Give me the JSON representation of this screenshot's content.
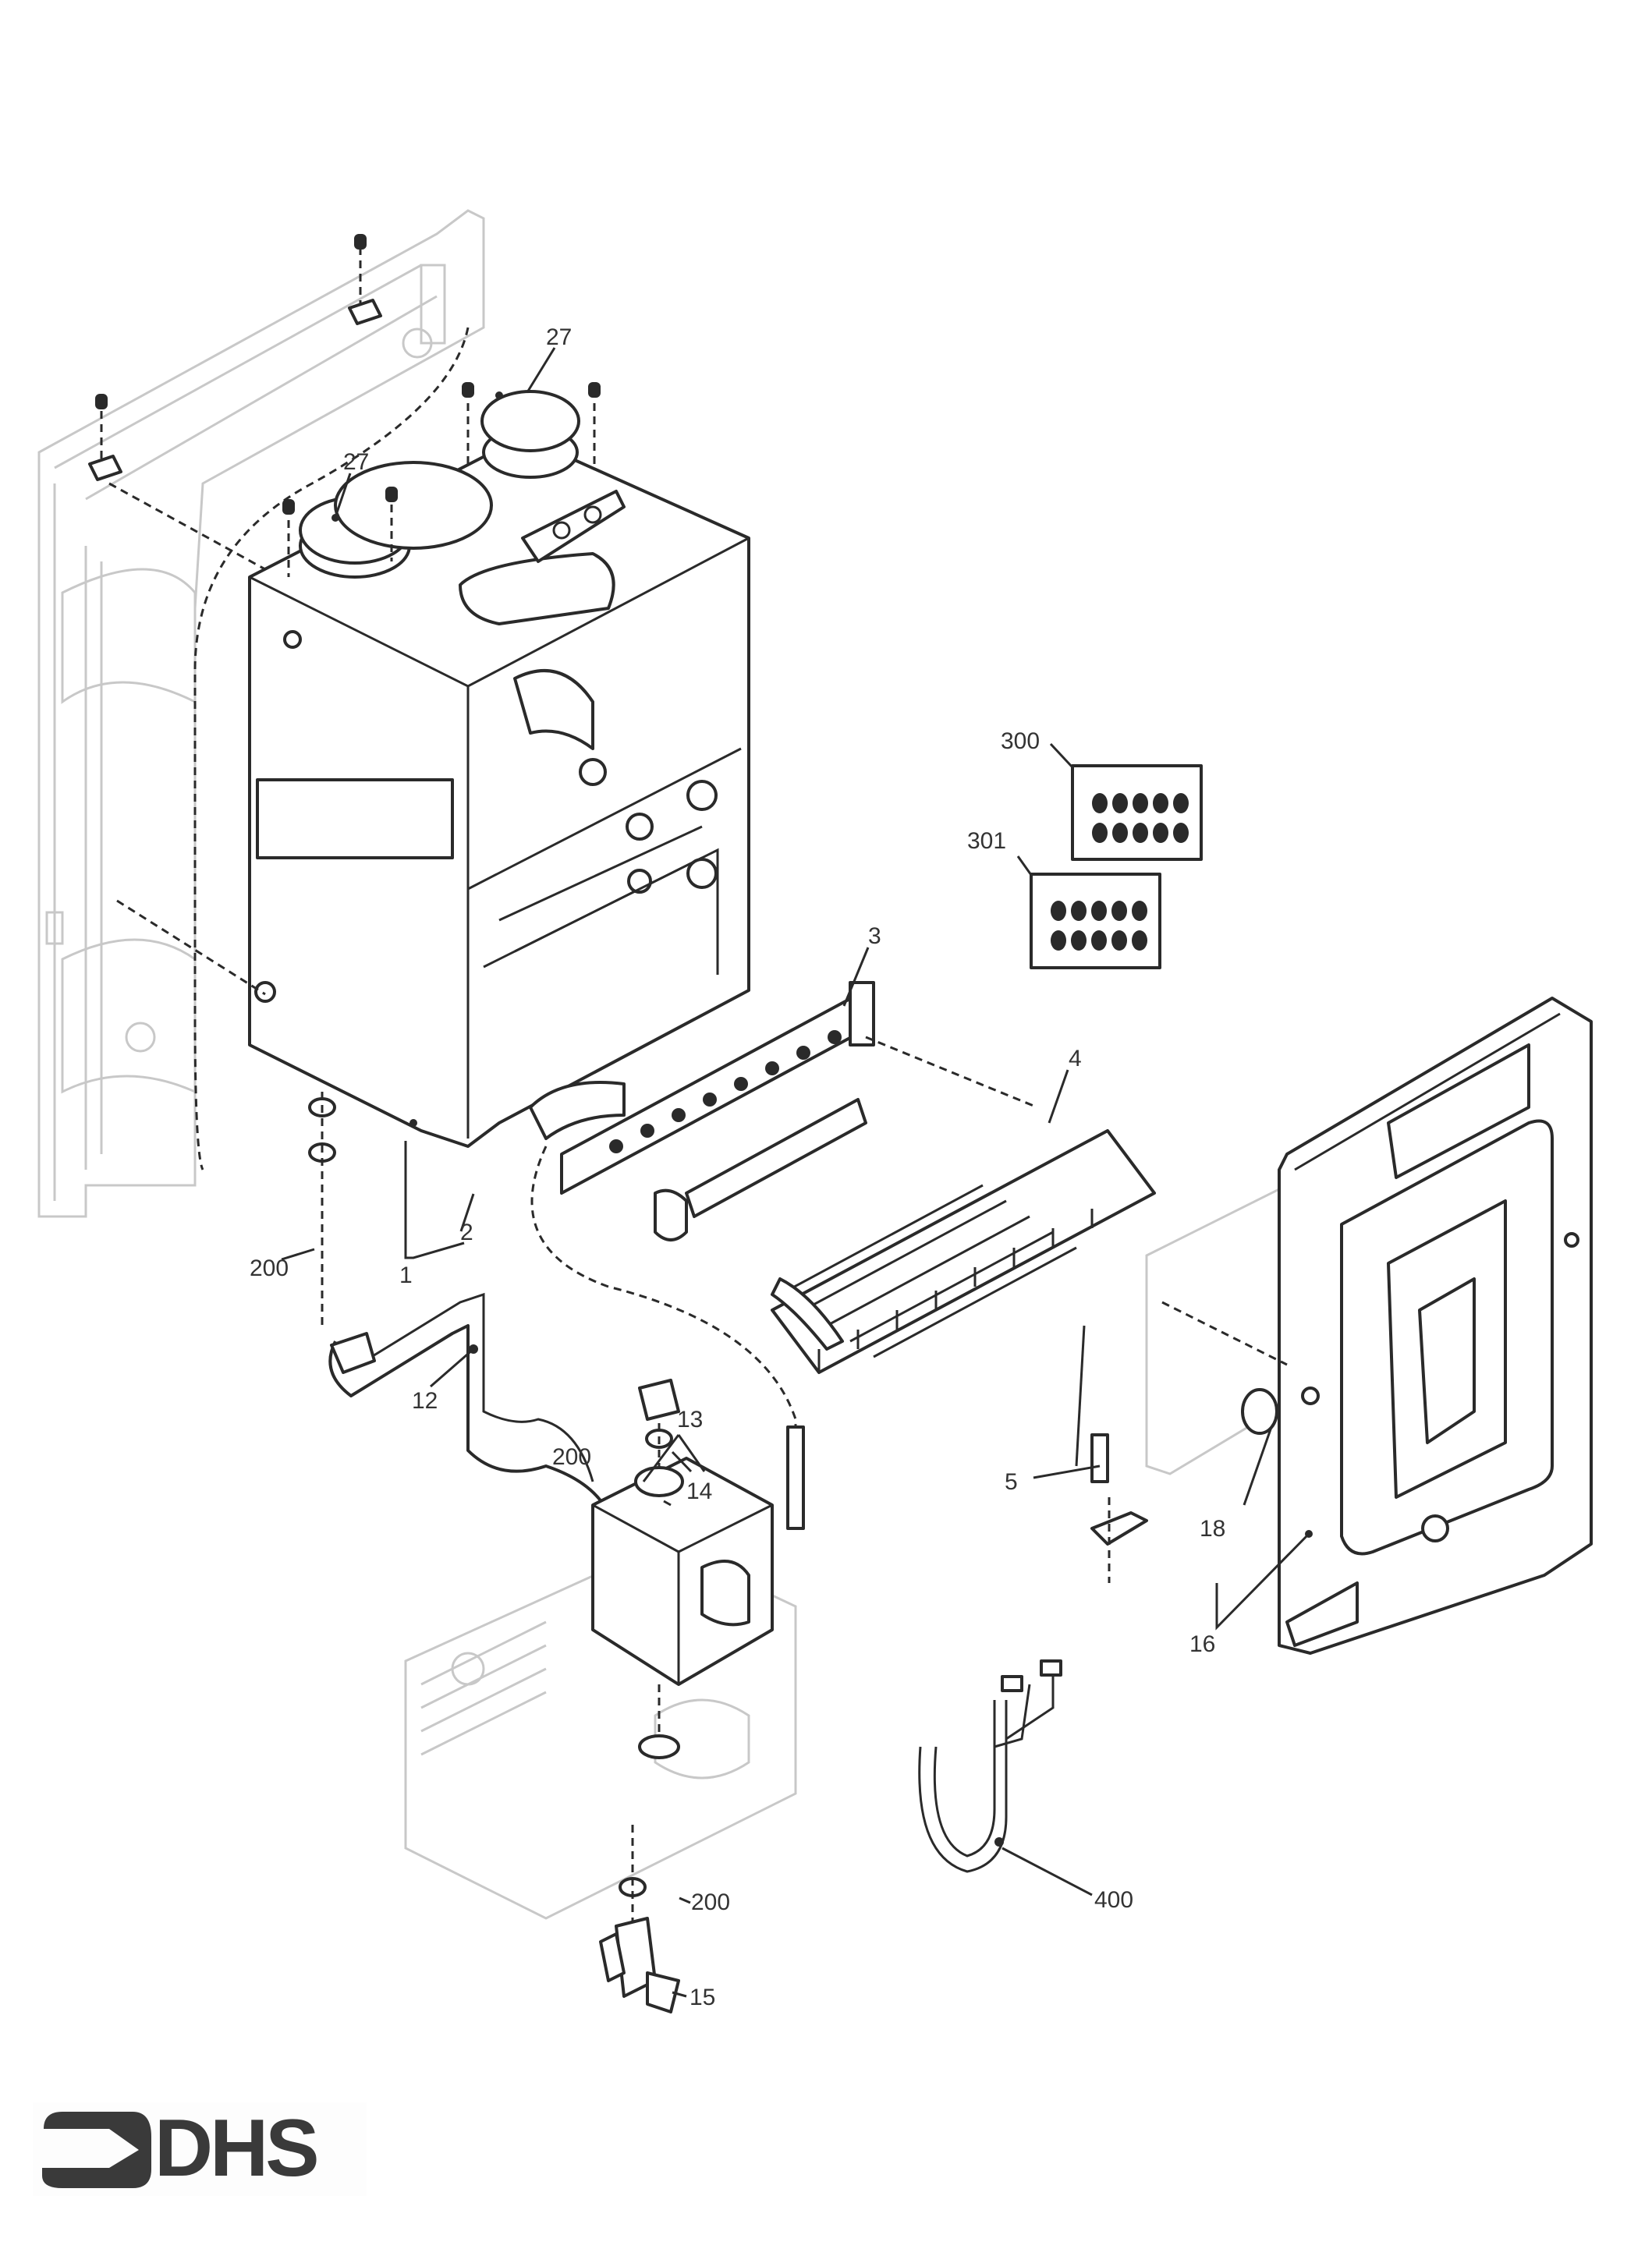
{
  "diagram": {
    "title": "Exploded parts diagram – boiler combustion assembly",
    "callouts": [
      {
        "id": "c27a",
        "label": "27"
      },
      {
        "id": "c27b",
        "label": "27"
      },
      {
        "id": "c300",
        "label": "300"
      },
      {
        "id": "c301",
        "label": "301"
      },
      {
        "id": "c3",
        "label": "3"
      },
      {
        "id": "c4",
        "label": "4"
      },
      {
        "id": "c1",
        "label": "1"
      },
      {
        "id": "c2",
        "label": "2"
      },
      {
        "id": "c200a",
        "label": "200"
      },
      {
        "id": "c12",
        "label": "12"
      },
      {
        "id": "c13",
        "label": "13"
      },
      {
        "id": "c14",
        "label": "14"
      },
      {
        "id": "c200b",
        "label": "200"
      },
      {
        "id": "c5",
        "label": "5"
      },
      {
        "id": "c18",
        "label": "18"
      },
      {
        "id": "c16",
        "label": "16"
      },
      {
        "id": "c200c",
        "label": "200"
      },
      {
        "id": "c15",
        "label": "15"
      },
      {
        "id": "c400",
        "label": "400"
      }
    ],
    "jet_kits": [
      {
        "label": "300",
        "rows": 2,
        "per_row": 5
      },
      {
        "label": "301",
        "rows": 2,
        "per_row": 5
      }
    ]
  },
  "logo": {
    "text": "DHS",
    "icon": "arrow-bracket-icon"
  },
  "colors": {
    "ink": "#2a2a2a",
    "ghost": "#c8c8c8",
    "background": "#ffffff"
  }
}
